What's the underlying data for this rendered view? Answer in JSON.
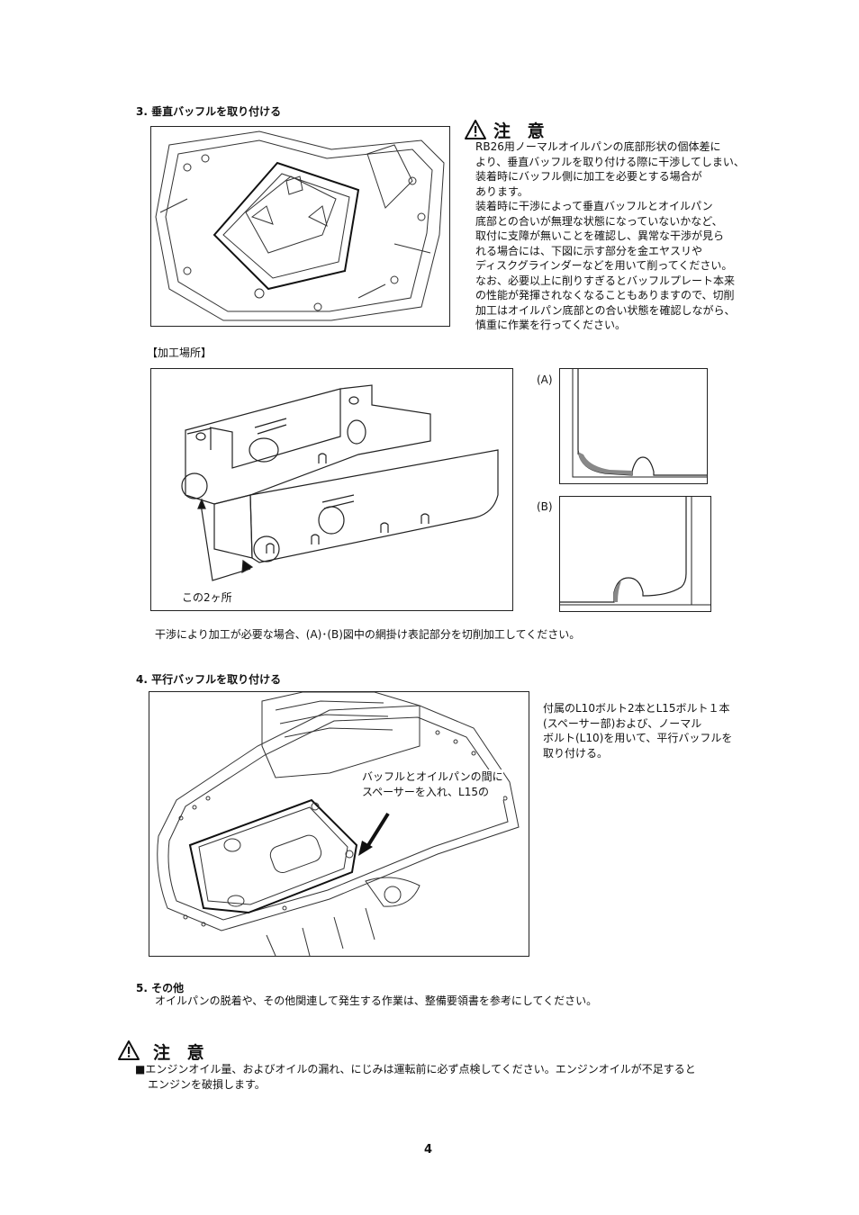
{
  "section3": {
    "heading": "3. 垂直バッフルを取り付ける",
    "caution_title": "注 意",
    "caution_lines": [
      "RB26用ノーマルオイルパンの底部形状の個体差に",
      "より、垂直バッフルを取り付ける際に干渉してしまい、",
      "装着時にバッフル側に加工を必要とする場合が",
      "あります。",
      "装着時に干渉によって垂直バッフルとオイルパン",
      "底部との合いが無理な状態になっていないかなど、",
      "取付に支障が無いことを確認し、異常な干渉が見ら",
      "れる場合には、下図に示す部分を金エヤスリや",
      "ディスクグラインダーなどを用いて削ってください。",
      "なお、必要以上に削りすぎるとバッフルプレート本来",
      "の性能が発揮されなくなることもありますので、切削",
      "加工はオイルパン底部との合い状態を確認しながら、",
      "慎重に作業を行ってください。"
    ],
    "processing_label": "【加工場所】",
    "callout": "この2ヶ所",
    "label_a": "(A)",
    "label_b": "(B)",
    "note": "干渉により加工が必要な場合、(A)･(B)図中の網掛け表記部分を切削加工してください。"
  },
  "section4": {
    "heading": "4. 平行バッフルを取り付ける",
    "desc_lines": [
      "付属のL10ボルト2本とL15ボルト１本",
      "(スペーサー部)および、ノーマル",
      "ボルト(L10)を用いて、平行バッフルを",
      "取り付ける。"
    ],
    "inset_lines": [
      "バッフルとオイルパンの間に",
      "スペーサーを入れ、L15の"
    ]
  },
  "section5": {
    "heading": "5. その他",
    "text": "オイルパンの脱着や、その他関連して発生する作業は、整備要領書を参考にしてください。"
  },
  "caution2": {
    "title": "注 意",
    "line1": "■エンジンオイル量、およびオイルの漏れ、にじみは運転前に必ず点検してください。エンジンオイルが不足すると",
    "line2": "エンジンを破損します。"
  },
  "page_number": "4",
  "icons": {
    "warning": "warning-triangle-icon",
    "arrow": "arrow-icon"
  }
}
